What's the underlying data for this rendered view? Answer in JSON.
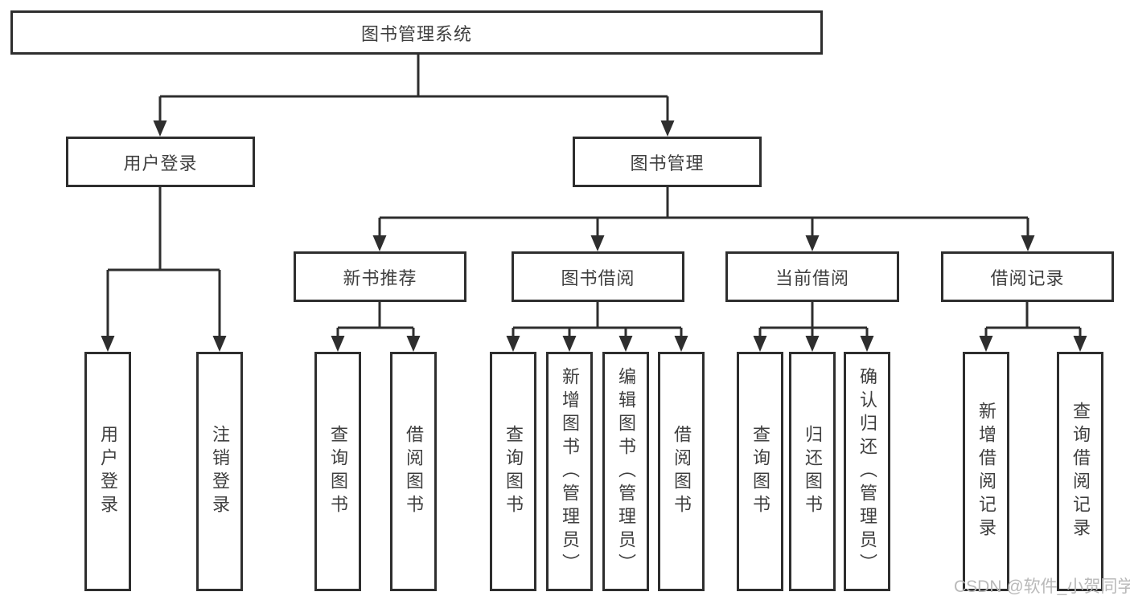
{
  "page": {
    "background": "#ffffff"
  },
  "colors": {
    "line": "#2e2e2e",
    "box_border": "#2e2e2e",
    "box_fill": "#ffffff",
    "text": "#3f3f3f",
    "watermark": "#b9b9b9"
  },
  "watermark": {
    "text": "CSDN @软件_小贺同学"
  },
  "tree": {
    "root": {
      "label": "图书管理系统"
    },
    "branches": [
      {
        "label": "用户登录",
        "leaves": [
          {
            "label": "用户登录"
          },
          {
            "label": "注销登录"
          }
        ]
      },
      {
        "label": "图书管理",
        "groups": [
          {
            "label": "新书推荐",
            "leaves": [
              {
                "label": "查询图书"
              },
              {
                "label": "借阅图书"
              }
            ]
          },
          {
            "label": "图书借阅",
            "leaves": [
              {
                "label": "查询图书"
              },
              {
                "label": "新增图书（管理员）"
              },
              {
                "label": "编辑图书（管理员）"
              },
              {
                "label": "借阅图书"
              }
            ]
          },
          {
            "label": "当前借阅",
            "leaves": [
              {
                "label": "查询图书"
              },
              {
                "label": "归还图书"
              },
              {
                "label": "确认归还（管理员）"
              }
            ]
          },
          {
            "label": "借阅记录",
            "leaves": [
              {
                "label": "新增借阅记录"
              },
              {
                "label": "查询借阅记录"
              }
            ]
          }
        ]
      }
    ]
  }
}
